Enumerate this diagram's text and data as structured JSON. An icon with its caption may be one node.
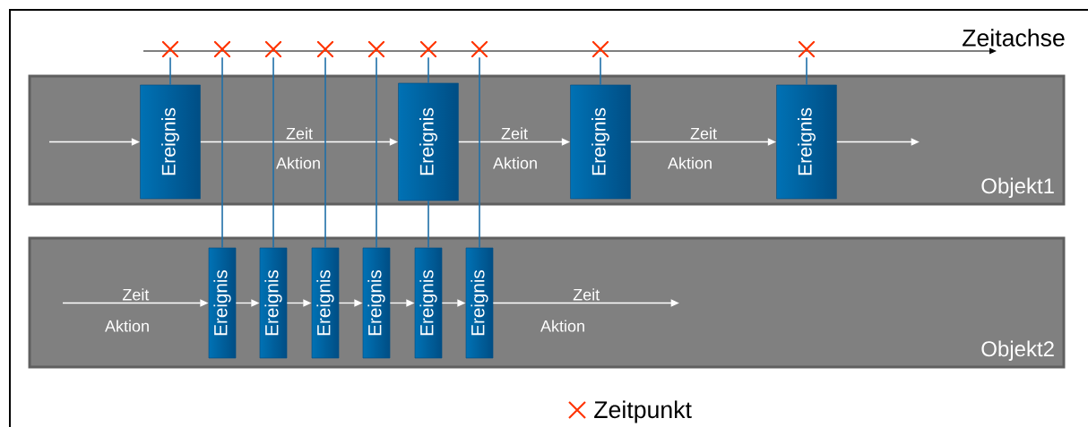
{
  "diagram": {
    "nodes": [
      {
        "text": [],
        "shape": "cross"
      },
      {
        "text": [],
        "shape": "cross"
      },
      {
        "text": [],
        "shape": "cross"
      },
      {
        "text": [],
        "shape": "cross"
      },
      {
        "text": [],
        "shape": "cross"
      },
      {
        "text": [],
        "shape": "cross"
      },
      {
        "text": [],
        "shape": "cross"
      },
      {
        "text": [],
        "shape": "cross"
      },
      {
        "text": [],
        "shape": "cross"
      },
      {
        "text": [
          "Objekt1"
        ]
      },
      {
        "text": [
          "Ereignis"
        ],
        "in": 9
      },
      {
        "text": [
          "Ereignis"
        ],
        "in": 9
      },
      {
        "text": [
          "Ereignis"
        ],
        "in": 9
      },
      {
        "text": [
          "Ereignis"
        ],
        "in": 9
      },
      {
        "text": [
          "Objekt2"
        ]
      },
      {
        "text": [
          "Ereignis"
        ],
        "in": 14
      },
      {
        "text": [
          "Ereignis"
        ],
        "in": 14
      },
      {
        "text": [
          "Ereignis"
        ],
        "in": 14
      },
      {
        "text": [
          "Ereignis"
        ],
        "in": 14
      },
      {
        "text": [
          "Ereignis"
        ],
        "in": 14
      },
      {
        "text": [
          "Ereignis"
        ],
        "in": 14
      }
    ],
    "edges": [
      {
        "from": null,
        "to": 10,
        "arrow": "to"
      },
      {
        "from": 10,
        "to": 11,
        "arrow": "to",
        "label": "Zeit"
      },
      {
        "from": 11,
        "to": 12,
        "arrow": "to",
        "label": "Zeit"
      },
      {
        "from": 12,
        "to": 13,
        "arrow": "to",
        "label": "Zeit"
      },
      {
        "from": 13,
        "to": null,
        "arrow": "to"
      },
      {
        "from": null,
        "to": 15,
        "arrow": "to",
        "label": "Zeit"
      },
      {
        "from": 15,
        "to": 16,
        "arrow": "to"
      },
      {
        "from": 16,
        "to": 17,
        "arrow": "to"
      },
      {
        "from": 17,
        "to": 18,
        "arrow": "to"
      },
      {
        "from": 18,
        "to": 19,
        "arrow": "to"
      },
      {
        "from": 19,
        "to": 20,
        "arrow": "to"
      },
      {
        "from": 20,
        "to": null,
        "arrow": "to",
        "label": "Zeit"
      },
      {
        "from": 0,
        "to": 10,
        "arrow": "none",
        "color": "#1f6fa8"
      },
      {
        "from": 1,
        "to": 15,
        "arrow": "none",
        "color": "#1f6fa8"
      },
      {
        "from": 2,
        "to": 16,
        "arrow": "none",
        "color": "#1f6fa8"
      },
      {
        "from": 3,
        "to": 17,
        "arrow": "none",
        "color": "#1f6fa8"
      },
      {
        "from": 4,
        "to": 18,
        "arrow": "none",
        "color": "#1f6fa8"
      },
      {
        "from": 5,
        "to": 11,
        "arrow": "none",
        "color": "#1f6fa8"
      },
      {
        "from": 11,
        "to": 19,
        "arrow": "none",
        "color": "#1f6fa8"
      },
      {
        "from": 6,
        "to": 20,
        "arrow": "none",
        "color": "#1f6fa8"
      },
      {
        "from": 7,
        "to": 12,
        "arrow": "none",
        "color": "#1f6fa8"
      },
      {
        "from": 8,
        "to": 13,
        "arrow": "none",
        "color": "#1f6fa8"
      }
    ],
    "labels": [
      "Zeitachse",
      "Aktion",
      "Aktion",
      "Aktion",
      "Aktion",
      "Aktion"
    ],
    "legend": [
      {
        "text": "Zeitpunkt"
      }
    ]
  }
}
